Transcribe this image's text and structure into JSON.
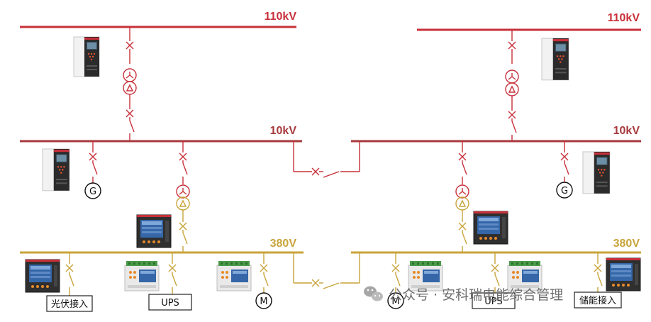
{
  "colors": {
    "hv": "#c8303a",
    "mv": "#a83a3e",
    "lv": "#c8a43a",
    "breaker_hv": "#c8303a",
    "breaker_lv": "#c8a43a"
  },
  "left": {
    "bus_110_label": "110kV",
    "bus_10_label": "10kV",
    "bus_380_label": "380V",
    "loads": {
      "pv": "光伏接入",
      "ups": "UPS",
      "motor": "M",
      "generator": "G"
    }
  },
  "right": {
    "bus_110_label": "110kV",
    "bus_10_label": "10kV",
    "bus_380_label": "380V",
    "loads": {
      "motor": "M",
      "ups": "UPS",
      "storage": "储能接入",
      "generator": "G"
    }
  },
  "watermark": {
    "icon": "wechat-icon",
    "text": "公众号 · 安科瑞电能综合管理"
  }
}
